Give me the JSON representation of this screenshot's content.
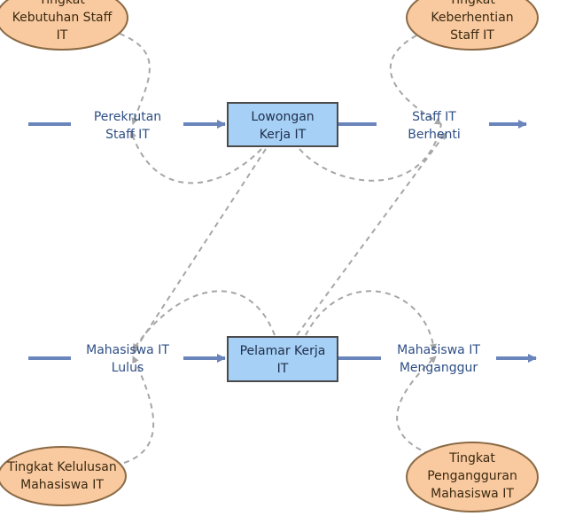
{
  "colors": {
    "flow_pipe": "#6a85bb",
    "flow_text": "#2f4f86",
    "stock_fill": "#a6d0f5",
    "stock_stroke": "#4b4b4b",
    "aux_fill": "#f9c9a0",
    "aux_stroke": "#8a6a45",
    "link_dash": "#a6a6a6"
  },
  "stocks": {
    "lowongan": [
      "Lowongan",
      "Kerja IT"
    ],
    "pelamar": [
      "Pelamar Kerja",
      "IT"
    ]
  },
  "flows": {
    "perekrutan": [
      "Perekrutan",
      "Staff IT"
    ],
    "berhenti": [
      "Staff IT",
      "Berhenti"
    ],
    "lulus": [
      "Mahasiswa IT",
      "Lulus"
    ],
    "menganggur": [
      "Mahasiswa IT",
      "Menganggur"
    ]
  },
  "auxiliaries": {
    "kebutuhan": [
      "Tingkat",
      "Kebutuhan Staff",
      "IT"
    ],
    "keberhentian": [
      "Tingkat",
      "Keberhentian",
      "Staff IT"
    ],
    "kelulusan": [
      "Tingkat Kelulusan",
      "Mahasiswa IT"
    ],
    "pengangguran": [
      "Tingkat",
      "Pengangguran",
      "Mahasiswa IT"
    ]
  }
}
